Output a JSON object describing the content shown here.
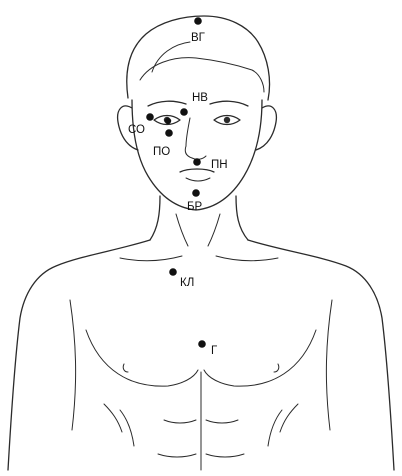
{
  "points": [
    {
      "id": "vg",
      "label": "ВГ"
    },
    {
      "id": "nv",
      "label": "НВ"
    },
    {
      "id": "so",
      "label": "СО"
    },
    {
      "id": "po",
      "label": "ПО"
    },
    {
      "id": "pn",
      "label": "ПН"
    },
    {
      "id": "br",
      "label": "БР"
    },
    {
      "id": "kl",
      "label": "КЛ"
    },
    {
      "id": "g",
      "label": "Г"
    }
  ],
  "colors": {
    "line": "#2b2b2b",
    "marker": "#111111",
    "background": "#ffffff"
  }
}
